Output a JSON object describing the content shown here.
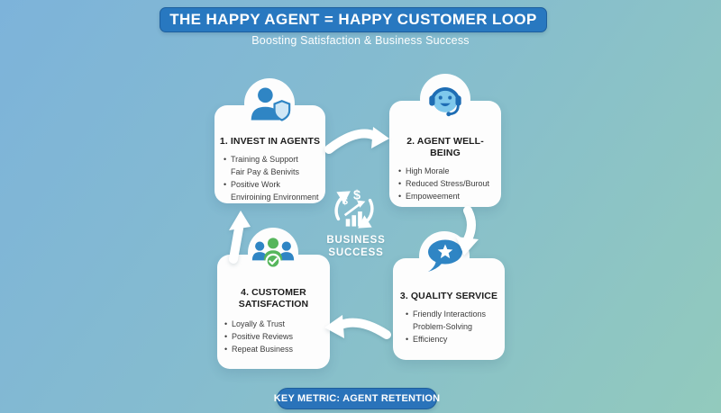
{
  "header": {
    "title": "THE HAPPY AGENT = HAPPY CUSTOMER LOOP",
    "subtitle": "Boosting Satisfaction & Business Success"
  },
  "steps": [
    {
      "heading": "1. INVEST IN AGENTS",
      "icon": "agent-shield-icon",
      "bullets": [
        {
          "marker": "•",
          "text": "Training & Support"
        },
        {
          "marker": "",
          "text": "Fair Pay & Benivits"
        },
        {
          "marker": "•",
          "text": "Positive Work"
        },
        {
          "marker": "",
          "text": "Enviroining Environment"
        }
      ]
    },
    {
      "heading": "2. AGENT WELL-BEING",
      "icon": "headset-smile-icon",
      "bullets": [
        {
          "marker": "•",
          "text": "High Morale"
        },
        {
          "marker": "•",
          "text": "Reduced Stress/Burout"
        },
        {
          "marker": "•",
          "text": "Empoweement"
        }
      ]
    },
    {
      "heading": "3. QUALITY SERVICE",
      "icon": "star-speech-bubble-icon",
      "bullets": [
        {
          "marker": "•",
          "text": "Friendly Interactions"
        },
        {
          "marker": "",
          "text": "Problem-Solving"
        },
        {
          "marker": "•",
          "text": "Efficiency"
        }
      ]
    },
    {
      "heading": "4. CUSTOMER SATISFACTION",
      "icon": "team-check-icon",
      "bullets": [
        {
          "marker": "•",
          "text": "Loyally & Trust"
        },
        {
          "marker": "•",
          "text": "Positive Reviews"
        },
        {
          "marker": "•",
          "text": "Repeat Business"
        }
      ]
    }
  ],
  "center": {
    "icon": "growth-cycle-icon",
    "label_line1": "BUSINESS",
    "label_line2": "SUCCESS"
  },
  "footer": {
    "badge": "KEY METRIC: AGENT RETENTION"
  },
  "colors": {
    "accent_blue": "#2878c0",
    "badge_blue": "#2a73ba",
    "icon_blue": "#2f85c4",
    "icon_light_blue": "#7ec8ec",
    "icon_dark_blue": "#1e6db4",
    "icon_green": "#56b65c",
    "bg_top_left": "#7db3da",
    "bg_bottom_right": "#92cabd"
  }
}
